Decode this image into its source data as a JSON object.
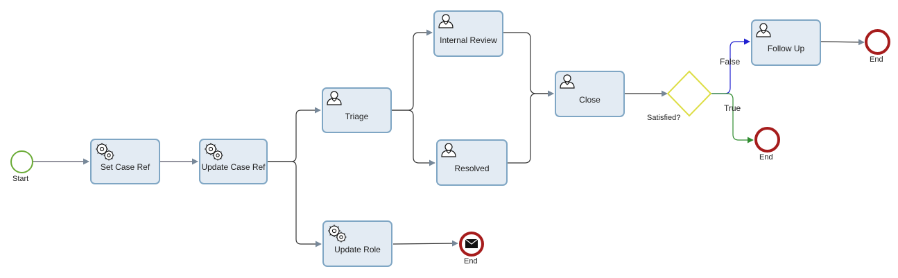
{
  "events": {
    "start": {
      "label": "Start"
    },
    "end_message": {
      "label": "End"
    },
    "end_true": {
      "label": "End"
    },
    "end_follow_up": {
      "label": "End"
    }
  },
  "tasks": {
    "set_case_ref": {
      "label": "Set Case Ref",
      "type": "service"
    },
    "update_case_ref": {
      "label": "Update Case Ref",
      "type": "service"
    },
    "update_role": {
      "label": "Update Role",
      "type": "service"
    },
    "triage": {
      "label": "Triage",
      "type": "user"
    },
    "internal_review": {
      "label": "Internal Review",
      "type": "user"
    },
    "resolved": {
      "label": "Resolved",
      "type": "user"
    },
    "close": {
      "label": "Close",
      "type": "user"
    },
    "follow_up": {
      "label": "Follow Up",
      "type": "user"
    }
  },
  "gateway": {
    "label": "Satisfied?"
  },
  "flows": {
    "false_label": "False",
    "true_label": "True"
  },
  "colors": {
    "task_fill": "#e3ebf3",
    "task_border": "#7fa6c4",
    "start_border": "#6aab36",
    "end_border": "#a61c1c",
    "gateway_border": "#dddd44",
    "false_flow": "#1f1fd0",
    "true_flow": "#2e8b2e",
    "default_flow": "#222222",
    "arrow_head": "#778899"
  }
}
